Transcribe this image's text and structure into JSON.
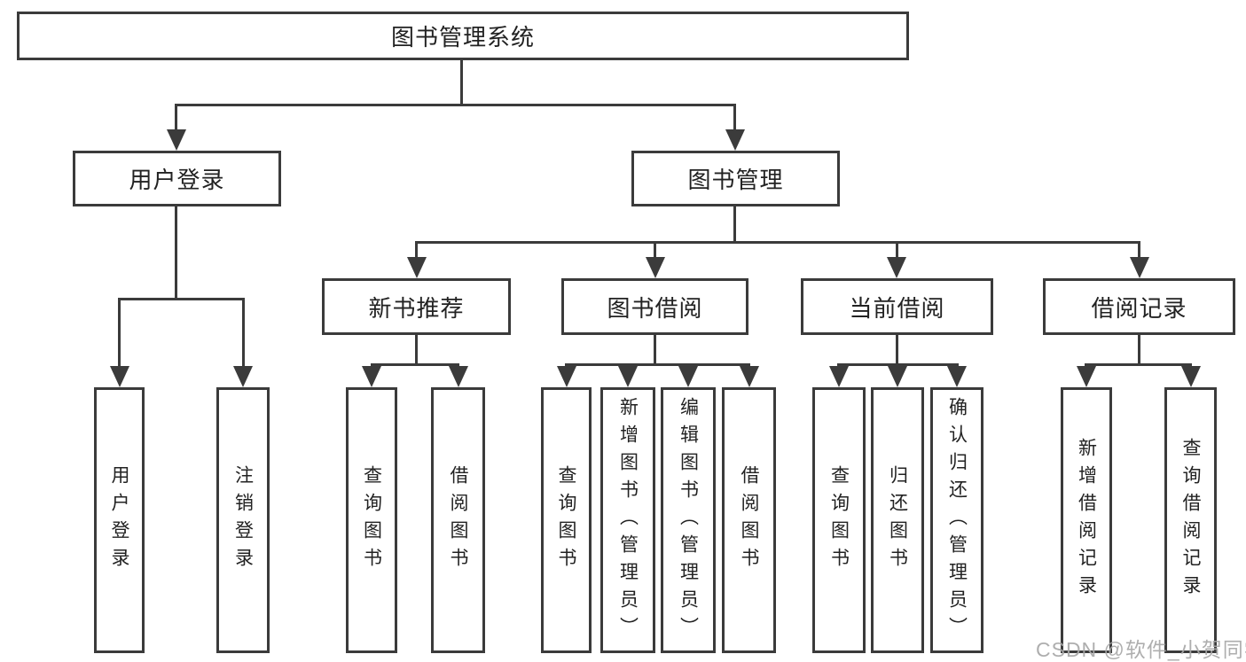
{
  "diagram": {
    "root": "图书管理系统",
    "level2": [
      "用户登录",
      "图书管理"
    ],
    "level3": [
      "新书推荐",
      "图书借阅",
      "当前借阅",
      "借阅记录"
    ],
    "leaves": [
      [
        "用户登录",
        "注销登录"
      ],
      [
        "查询图书",
        "借阅图书"
      ],
      [
        "查询图书",
        "新增图书（管理员）",
        "编辑图书（管理员）",
        "借阅图书"
      ],
      [
        "查询图书",
        "归还图书",
        "确认归还（管理员）"
      ],
      [
        "新增借阅记录",
        "查询借阅记录"
      ]
    ],
    "watermark": "CSDN @软件_小贺同学",
    "colors": {
      "line": "#3b3b3b",
      "text": "#222222",
      "watermark": "#a8a8a8",
      "background": "#ffffff"
    }
  }
}
